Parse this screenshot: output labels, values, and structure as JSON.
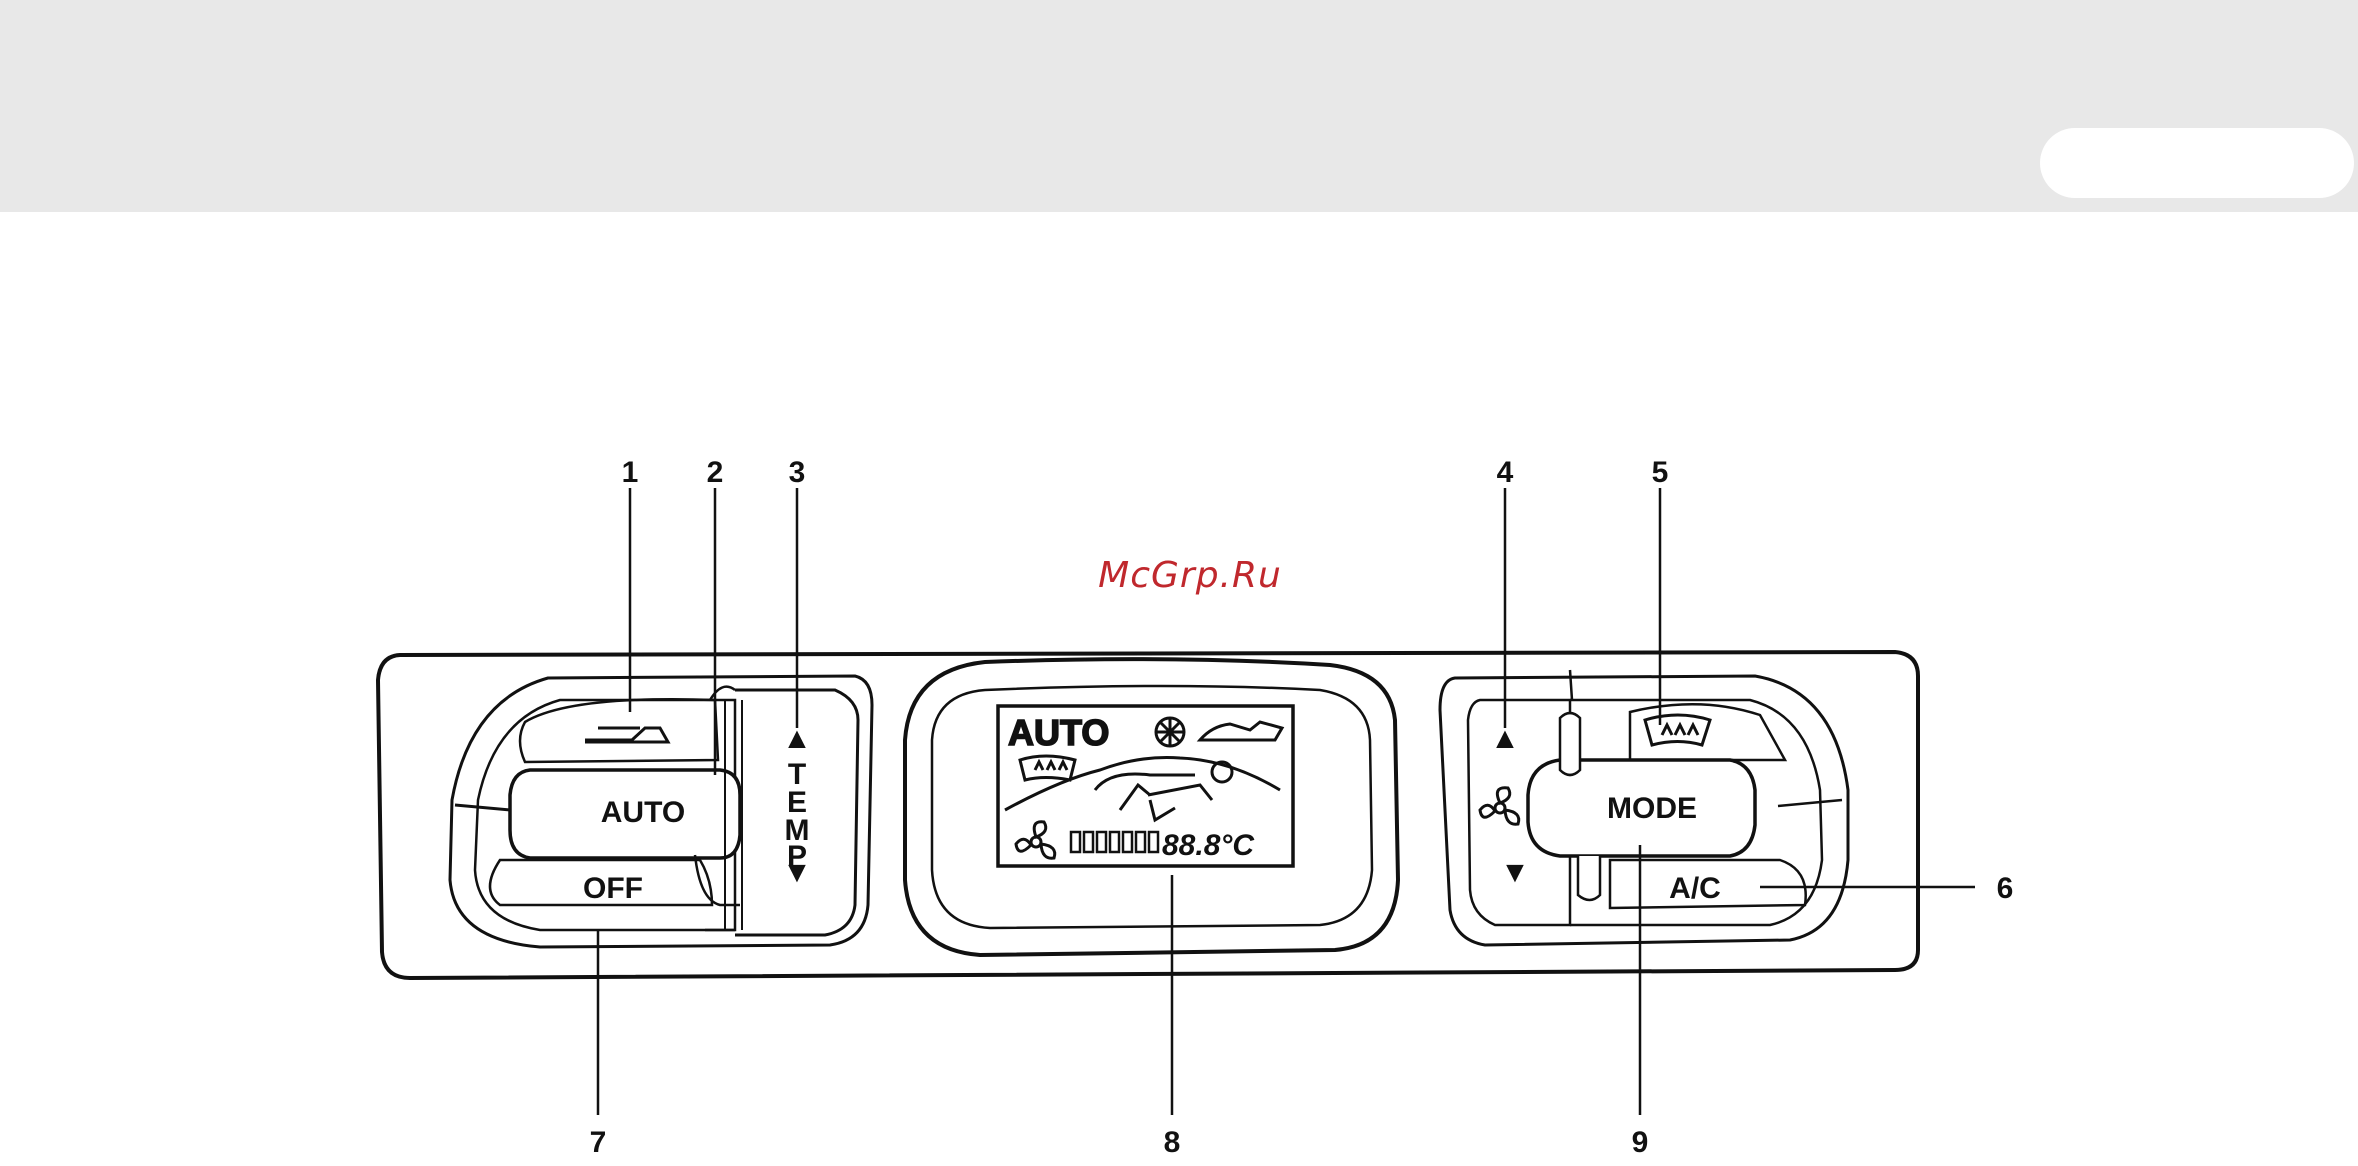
{
  "watermark": "McGrp.Ru",
  "callouts": {
    "c1": "1",
    "c2": "2",
    "c3": "3",
    "c4": "4",
    "c5": "5",
    "c6": "6",
    "c7": "7",
    "c8": "8",
    "c9": "9"
  },
  "buttons": {
    "auto": "AUTO",
    "off": "OFF",
    "mode": "MODE",
    "ac": "A/C"
  },
  "temp_rocker": {
    "up_arrow": "▲",
    "letters": [
      "T",
      "E",
      "M",
      "P"
    ],
    "down_arrow": "▼"
  },
  "fan_rocker": {
    "up_arrow": "▲",
    "down_arrow": "▼",
    "icon": "fan-icon"
  },
  "display": {
    "auto_text": "AUTO",
    "temperature": "88.8°C",
    "icons": [
      "ac-snowflake-icon",
      "recirculation-icon",
      "defrost-icon",
      "airflow-person-icon",
      "fan-icon",
      "fan-speed-bars"
    ]
  },
  "top_buttons": {
    "left_icon": "recirculation-icon",
    "right_icon": "windshield-defrost-icon"
  }
}
